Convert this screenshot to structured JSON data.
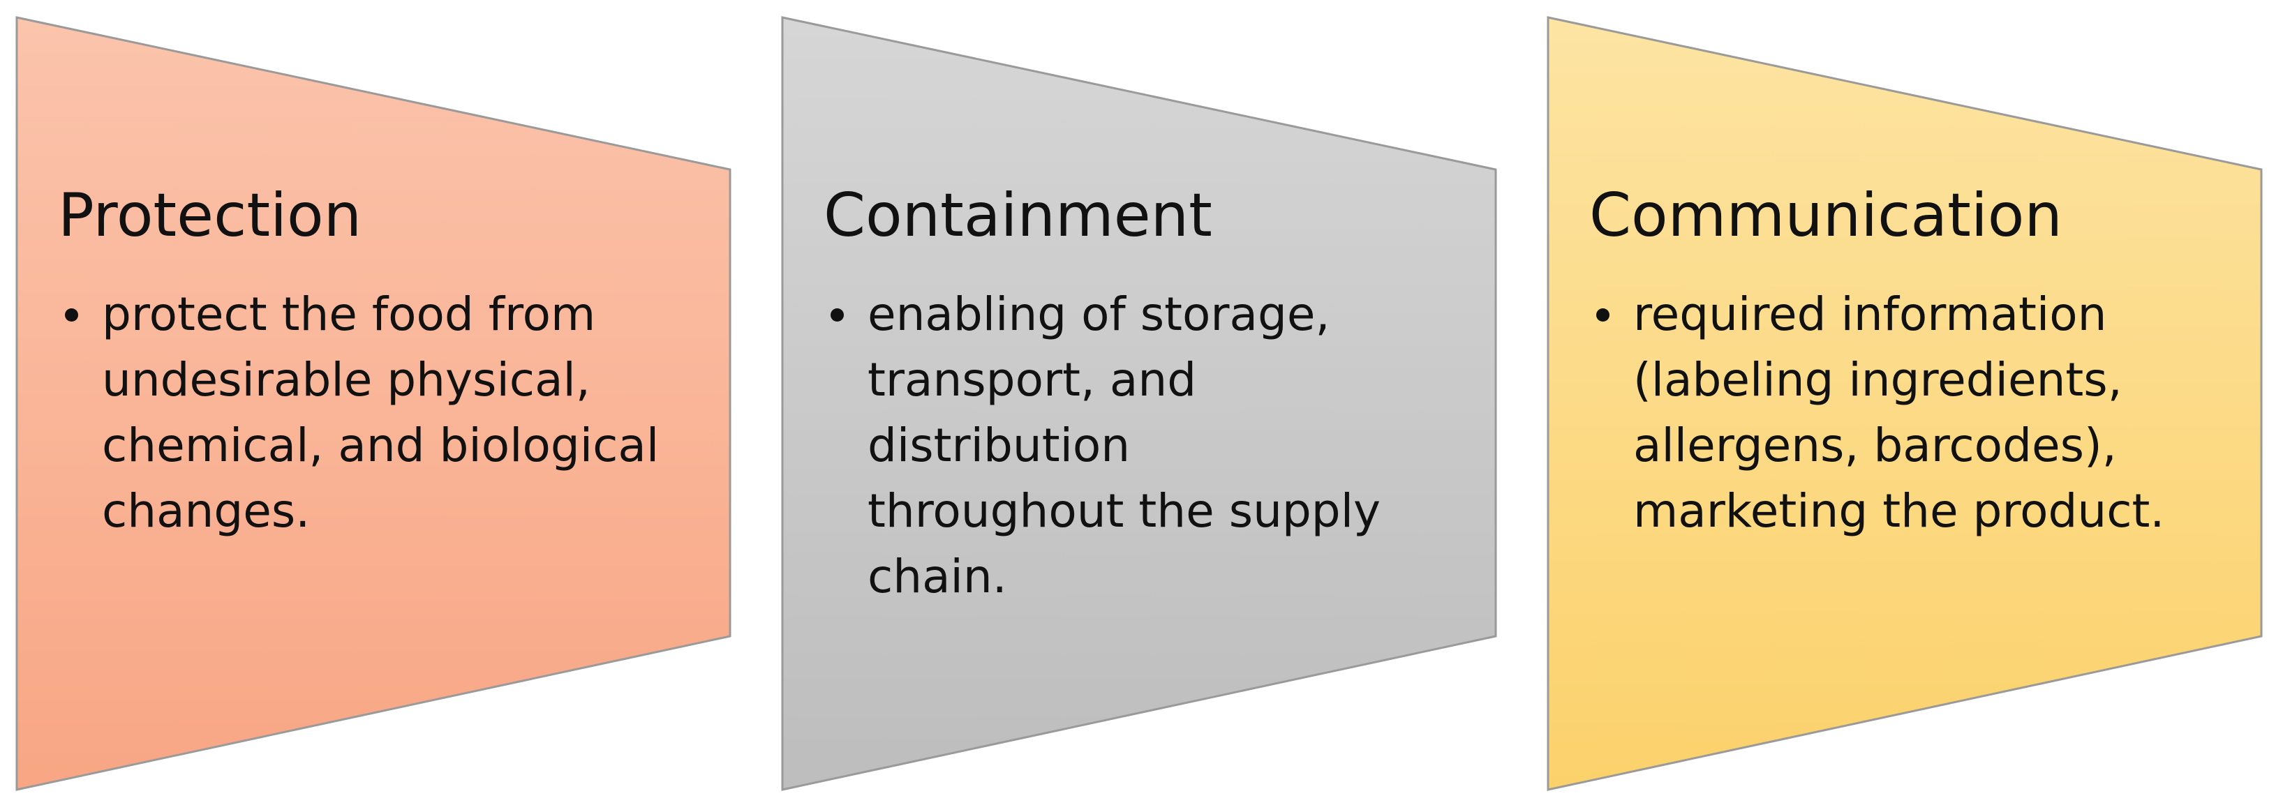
{
  "panels": [
    {
      "title": "Protection",
      "bullet": "protect the food from\nundesirable physical,\nchemical, and biological\nchanges.",
      "fill_top": "#fbc4ac",
      "fill_bottom": "#f8a684",
      "stroke": "#9a9a9a"
    },
    {
      "title": "Containment",
      "bullet": "enabling of storage,\ntransport, and\ndistribution\nthroughout the supply\nchain.",
      "fill_top": "#d6d6d6",
      "fill_bottom": "#bdbdbd",
      "stroke": "#9a9a9a"
    },
    {
      "title": "Communication",
      "bullet": "required information\n(labeling ingredients,\nallergens, barcodes),\nmarketing the product.",
      "fill_top": "#fde4a3",
      "fill_bottom": "#fbd16b",
      "stroke": "#9a9a9a"
    }
  ]
}
